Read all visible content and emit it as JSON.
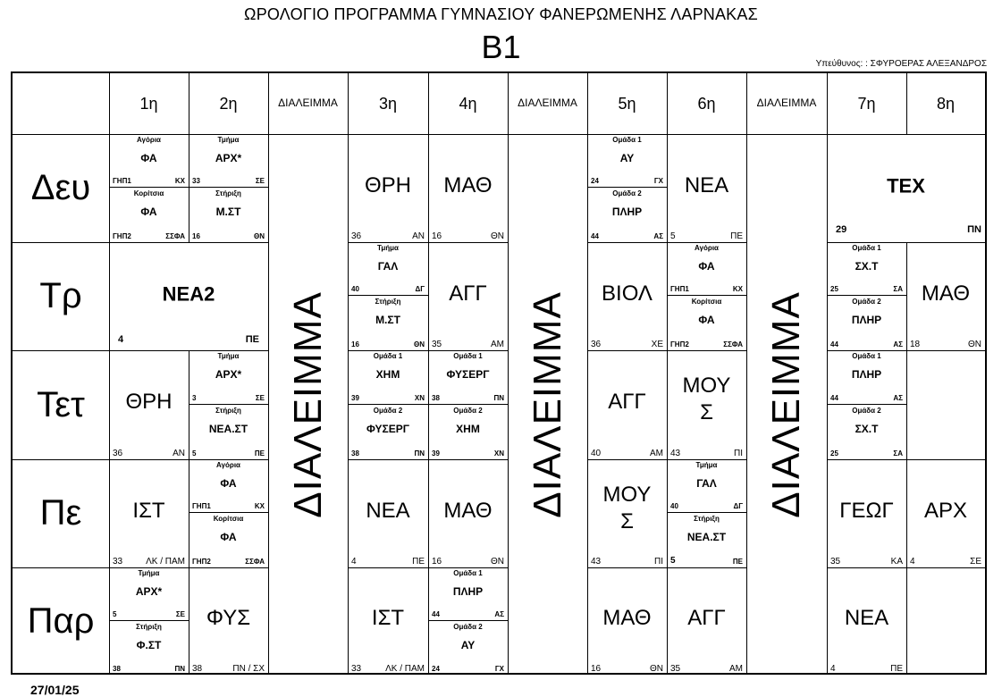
{
  "header": {
    "title": "ΩΡΟΛΟΓΙΟ ΠΡΟΓΡΑΜΜΑ ΓΥΜΝΑΣΙΟΥ ΦΑΝΕΡΩΜΕΝΗΣ ΛΑΡΝΑΚΑΣ",
    "class_name": "Β1",
    "responsible": "Υπεύθυνος: : ΣΦΥΡΟΕΡΑΣ ΑΛΕΞΑΝΔΡΟΣ"
  },
  "footer": {
    "date": "27/01/25"
  },
  "columns": [
    "1η",
    "2η",
    "ΔΙΑΛΕΙΜΜΑ",
    "3η",
    "4η",
    "ΔΙΑΛΕΙΜΜΑ",
    "5η",
    "6η",
    "ΔΙΑΛΕΙΜΜΑ",
    "7η",
    "8η"
  ],
  "break_label": "ΔΙΑΛΕΙΜΜΑ",
  "days": [
    "Δευ",
    "Τρ",
    "Τετ",
    "Πε",
    "Παρ"
  ],
  "mon": {
    "p1": {
      "top": {
        "group": "Αγόρια",
        "subject": "ΦΑ",
        "room": "ΓΗΠ1",
        "teacher": "ΚΧ"
      },
      "bottom": {
        "group": "Κορίτσια",
        "subject": "ΦΑ",
        "room": "ΓΗΠ2",
        "teacher": "ΣΣΦΑ"
      }
    },
    "p2": {
      "top": {
        "group": "Τμήμα",
        "subject": "ΑΡΧ*",
        "room": "33",
        "teacher": "ΣΕ"
      },
      "bottom": {
        "group": "Στήριξη",
        "subject": "Μ.ΣΤ",
        "room": "16",
        "teacher": "ΘΝ"
      }
    },
    "p3": {
      "subject": "ΘΡΗ",
      "room": "36",
      "teacher": "ΑΝ"
    },
    "p4": {
      "subject": "ΜΑΘ",
      "room": "16",
      "teacher": "ΘΝ"
    },
    "p5": {
      "top": {
        "group": "Ομάδα 1",
        "subject": "ΑΥ",
        "room": "24",
        "teacher": "ΓΧ"
      },
      "bottom": {
        "group": "Ομάδα 2",
        "subject": "ΠΛΗΡ",
        "room": "44",
        "teacher": "ΑΣ"
      }
    },
    "p6": {
      "subject": "ΝΕΑ",
      "room": "5",
      "teacher": "ΠΕ"
    },
    "p78": {
      "subject": "ΤΕΧ",
      "room": "29",
      "teacher": "ΠΝ"
    }
  },
  "tue": {
    "p12": {
      "subject": "ΝΕΑ2",
      "room": "4",
      "teacher": "ΠΕ"
    },
    "p3": {
      "top": {
        "group": "Τμήμα",
        "subject": "ΓΑΛ",
        "room": "40",
        "teacher": "ΔΓ"
      },
      "bottom": {
        "group": "Στήριξη",
        "subject": "Μ.ΣΤ",
        "room": "16",
        "teacher": "ΘΝ"
      }
    },
    "p4": {
      "subject": "ΑΓΓ",
      "room": "35",
      "teacher": "ΑΜ"
    },
    "p5": {
      "subject": "ΒΙΟΛ",
      "room": "36",
      "teacher": "ΧΕ"
    },
    "p6": {
      "top": {
        "group": "Αγόρια",
        "subject": "ΦΑ",
        "room": "ΓΗΠ1",
        "teacher": "ΚΧ"
      },
      "bottom": {
        "group": "Κορίτσια",
        "subject": "ΦΑ",
        "room": "ΓΗΠ2",
        "teacher": "ΣΣΦΑ"
      }
    },
    "p7": {
      "top": {
        "group": "Ομάδα 1",
        "subject": "ΣΧ.Τ",
        "room": "25",
        "teacher": "ΣΑ"
      },
      "bottom": {
        "group": "Ομάδα 2",
        "subject": "ΠΛΗΡ",
        "room": "44",
        "teacher": "ΑΣ"
      }
    },
    "p8": {
      "subject": "ΜΑΘ",
      "room": "18",
      "teacher": "ΘΝ"
    }
  },
  "wed": {
    "p1": {
      "subject": "ΘΡΗ",
      "room": "36",
      "teacher": "ΑΝ"
    },
    "p2": {
      "top": {
        "group": "Τμήμα",
        "subject": "ΑΡΧ*",
        "room": "3",
        "teacher": "ΣΕ"
      },
      "bottom": {
        "group": "Στήριξη",
        "subject": "ΝΕΑ.ΣΤ",
        "room": "5",
        "teacher": "ΠΕ"
      }
    },
    "p3": {
      "top": {
        "group": "Ομάδα 1",
        "subject": "ΧΗΜ",
        "room": "39",
        "teacher": "ΧΝ"
      },
      "bottom": {
        "group": "Ομάδα 2",
        "subject": "ΦΥΣΕΡΓ",
        "room": "38",
        "teacher": "ΠΝ"
      }
    },
    "p4": {
      "top": {
        "group": "Ομάδα 1",
        "subject": "ΦΥΣΕΡΓ",
        "room": "38",
        "teacher": "ΠΝ"
      },
      "bottom": {
        "group": "Ομάδα 2",
        "subject": "ΧΗΜ",
        "room": "39",
        "teacher": "ΧΝ"
      }
    },
    "p5": {
      "subject": "ΑΓΓ",
      "room": "40",
      "teacher": "ΑΜ"
    },
    "p6": {
      "subject1": "ΜΟΥ",
      "subject2": "Σ",
      "room": "43",
      "teacher": "ΠΙ"
    },
    "p7": {
      "top": {
        "group": "Ομάδα 1",
        "subject": "ΠΛΗΡ",
        "room": "44",
        "teacher": "ΑΣ"
      },
      "bottom": {
        "group": "Ομάδα 2",
        "subject": "ΣΧ.Τ",
        "room": "25",
        "teacher": "ΣΑ"
      }
    }
  },
  "thu": {
    "p1": {
      "subject": "ΙΣΤ",
      "room": "33",
      "teacher": "ΛΚ / ΠΑΜ"
    },
    "p2": {
      "top": {
        "group": "Αγόρια",
        "subject": "ΦΑ",
        "room": "ΓΗΠ1",
        "teacher": "ΚΧ"
      },
      "bottom": {
        "group": "Κορίτσια",
        "subject": "ΦΑ",
        "room": "ΓΗΠ2",
        "teacher": "ΣΣΦΑ"
      }
    },
    "p3": {
      "subject": "ΝΕΑ",
      "room": "4",
      "teacher": "ΠΕ"
    },
    "p4": {
      "subject": "ΜΑΘ",
      "room": "16",
      "teacher": "ΘΝ"
    },
    "p5": {
      "subject1": "ΜΟΥ",
      "subject2": "Σ",
      "room": "43",
      "teacher": "ΠΙ"
    },
    "p6": {
      "top": {
        "group": "Τμήμα",
        "subject": "ΓΑΛ",
        "room": "40",
        "teacher": "ΔΓ"
      },
      "bottom": {
        "group": "Στήριξη",
        "subject": "ΝΕΑ.ΣΤ",
        "room": "5",
        "teacher": "ΠΕ"
      }
    },
    "p7": {
      "subject": "ΓΕΩΓ",
      "room": "35",
      "teacher": "ΚΑ"
    },
    "p8": {
      "subject": "ΑΡΧ",
      "room": "4",
      "teacher": "ΣΕ"
    }
  },
  "fri": {
    "p1": {
      "top": {
        "group": "Τμήμα",
        "subject": "ΑΡΧ*",
        "room": "5",
        "teacher": "ΣΕ"
      },
      "bottom": {
        "group": "Στήριξη",
        "subject": "Φ.ΣΤ",
        "room": "38",
        "teacher": "ΠΝ"
      }
    },
    "p2": {
      "subject": "ΦΥΣ",
      "room": "38",
      "teacher": "ΠΝ / ΣΧ"
    },
    "p3": {
      "subject": "ΙΣΤ",
      "room": "33",
      "teacher": "ΛΚ / ΠΑΜ"
    },
    "p4": {
      "top": {
        "group": "Ομάδα 1",
        "subject": "ΠΛΗΡ",
        "room": "44",
        "teacher": "ΑΣ"
      },
      "bottom": {
        "group": "Ομάδα 2",
        "subject": "ΑΥ",
        "room": "24",
        "teacher": "ΓΧ"
      }
    },
    "p5": {
      "subject": "ΜΑΘ",
      "room": "16",
      "teacher": "ΘΝ"
    },
    "p6": {
      "subject": "ΑΓΓ",
      "room": "35",
      "teacher": "ΑΜ"
    },
    "p7": {
      "subject": "ΝΕΑ",
      "room": "4",
      "teacher": "ΠΕ"
    }
  }
}
